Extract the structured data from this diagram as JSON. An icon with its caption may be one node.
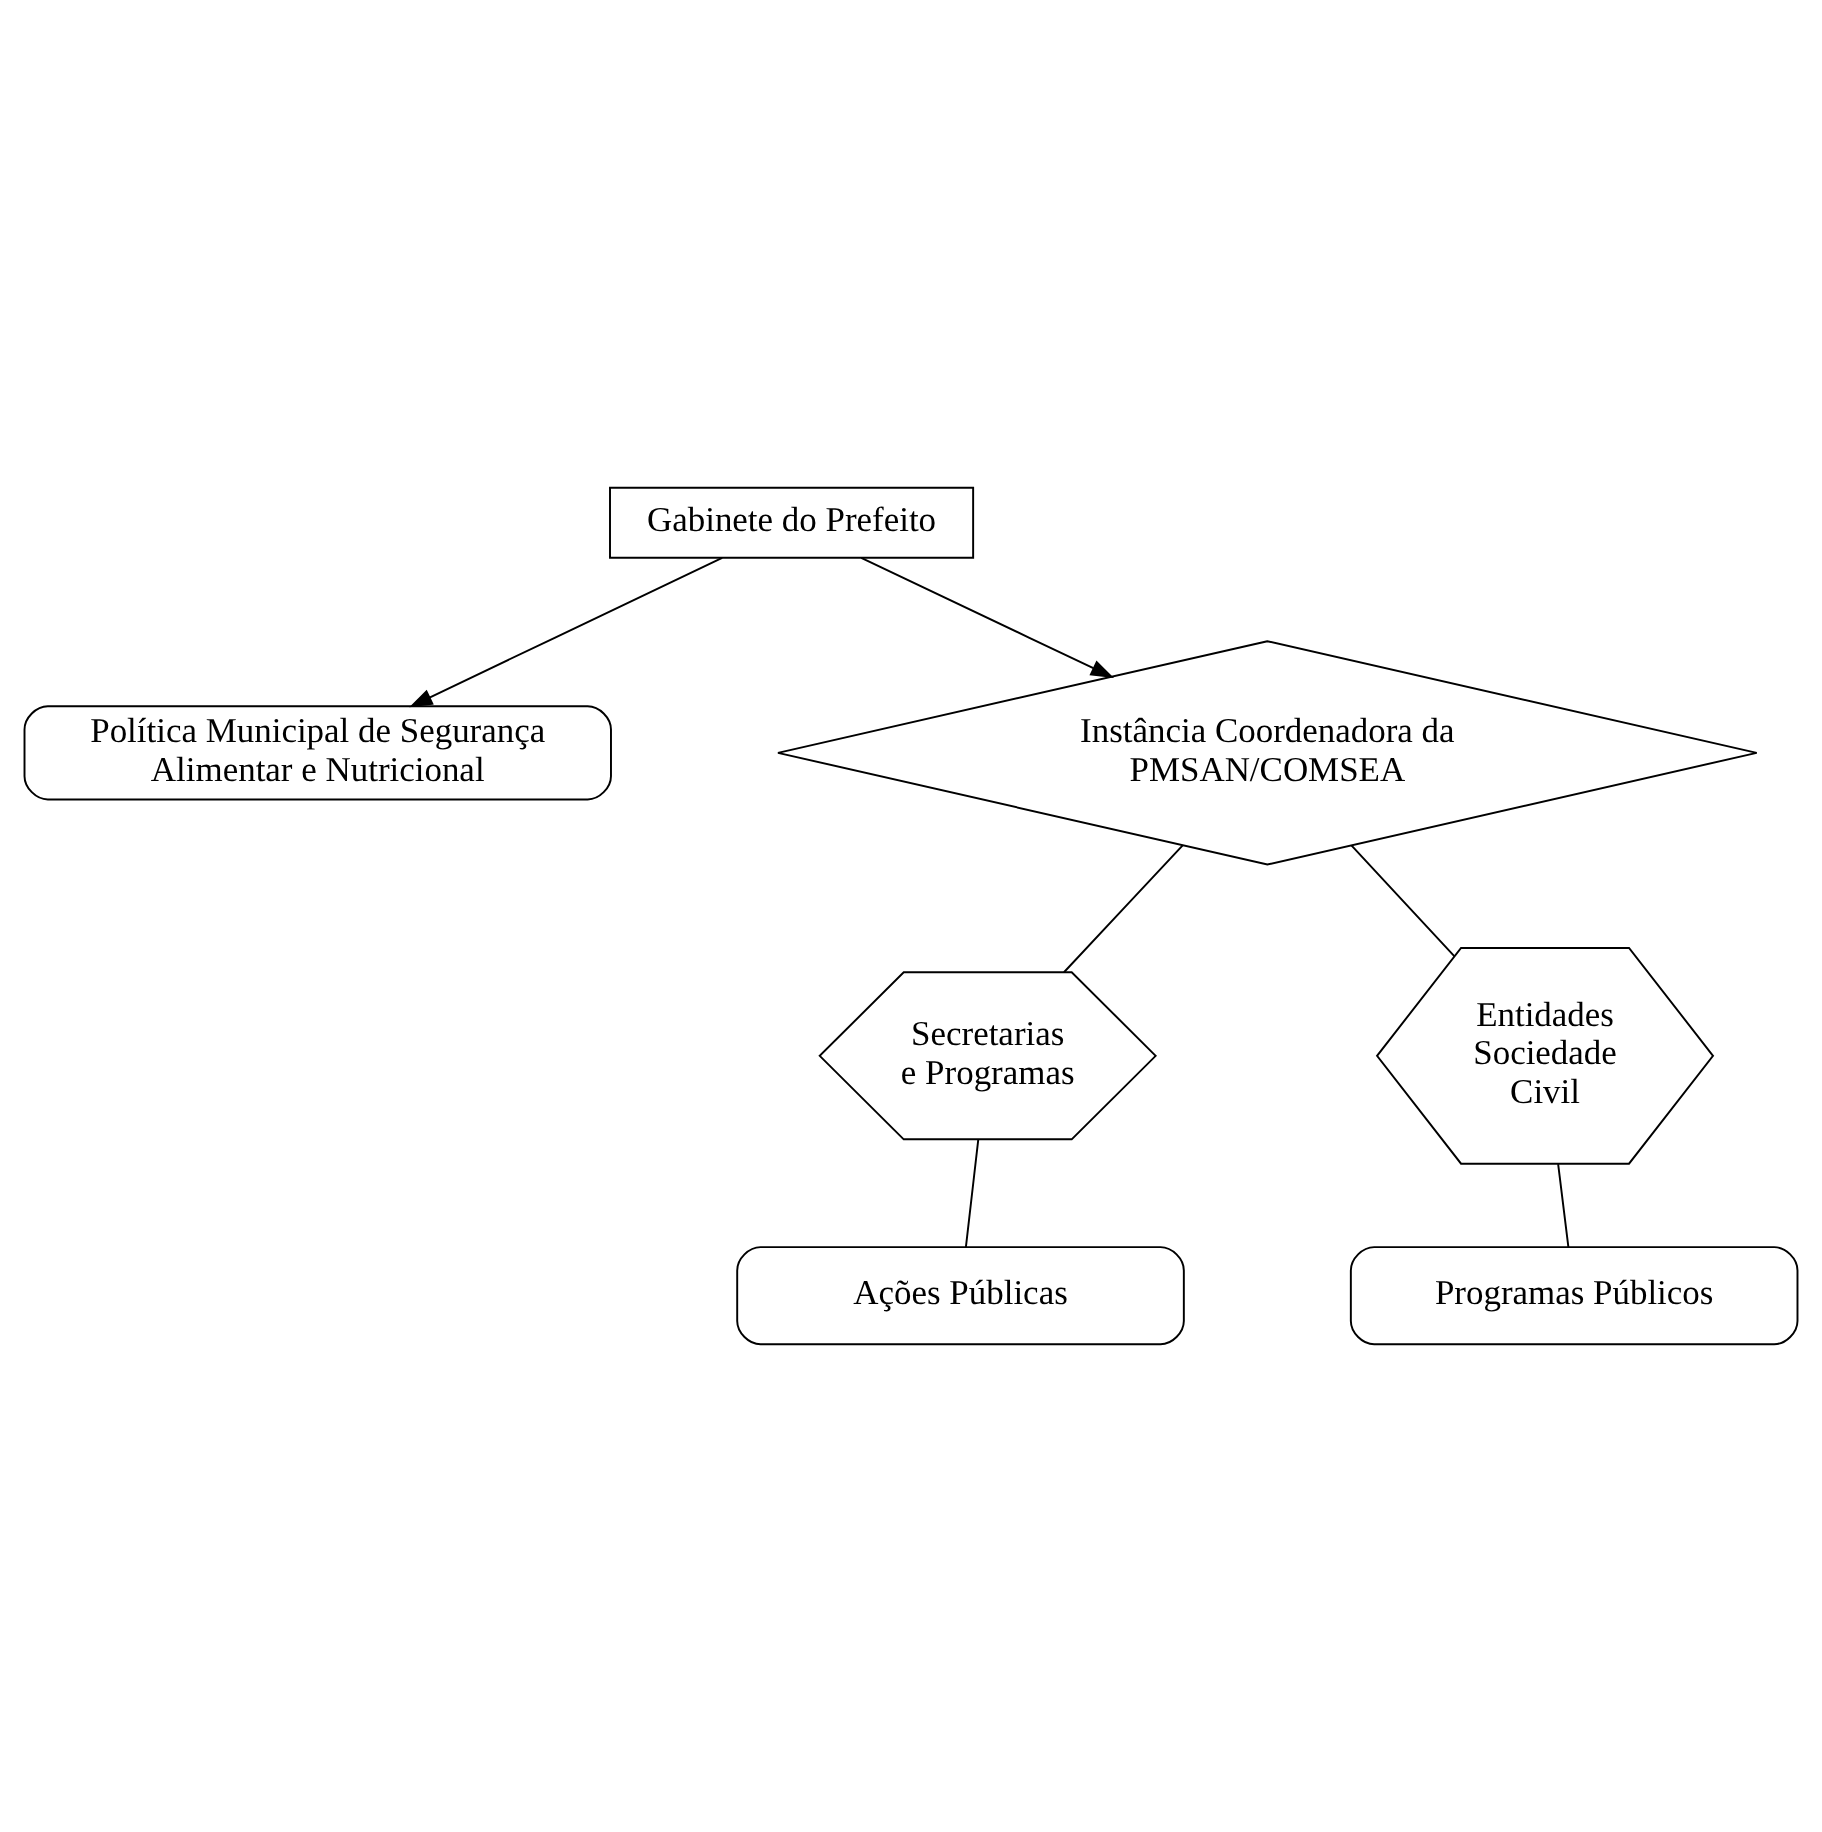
{
  "diagram": {
    "nodes": [
      {
        "text": [
          "Política Municipal de Segurança Alimentar e Nutricional"
        ]
      },
      {
        "text": [
          "Gabinete do Prefeito"
        ]
      },
      {
        "text": [
          "Instância Coordenadora da PMSAN/COMSEA"
        ]
      },
      {
        "text": [
          "Secretarias e Programas"
        ]
      },
      {
        "text": [
          "Entidades Sociedade Civil"
        ]
      },
      {
        "text": [
          "Programas Públicos"
        ]
      },
      {
        "text": [
          "Ações Públicas"
        ]
      }
    ],
    "edges": [
      {
        "from": 1,
        "to": 0,
        "arrow": "to"
      },
      {
        "from": 1,
        "to": 2,
        "arrow": "to"
      },
      {
        "from": 2,
        "to": 3,
        "arrow": "none"
      },
      {
        "from": 2,
        "to": 4,
        "arrow": "none"
      },
      {
        "from": 3,
        "to": 6,
        "arrow": "none"
      },
      {
        "from": 4,
        "to": 5,
        "arrow": "none"
      }
    ]
  }
}
